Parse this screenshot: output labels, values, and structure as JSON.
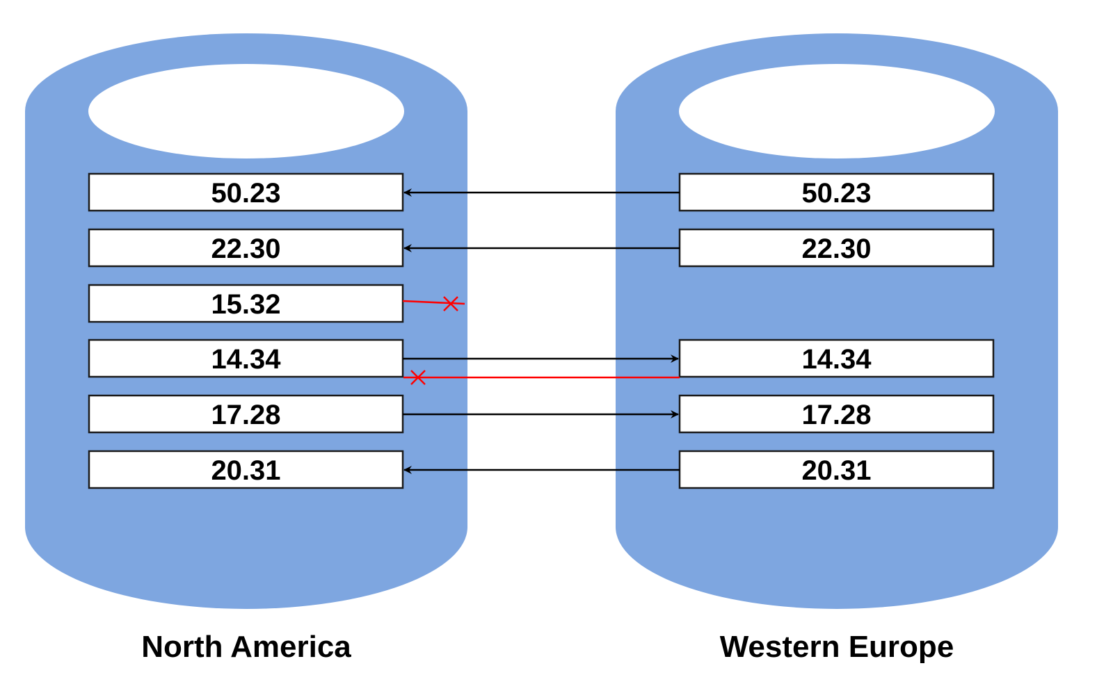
{
  "colors": {
    "cylinder": "#7ea6e0",
    "box_fill": "#ffffff",
    "box_stroke": "#1a1a1a",
    "arrow": "#000000",
    "failed": "#ff0000"
  },
  "databases": [
    {
      "name": "North America",
      "values": [
        "50.23",
        "22.30",
        "15.32",
        "14.34",
        "17.28",
        "20.31"
      ]
    },
    {
      "name": "Western Europe",
      "values": [
        "50.23",
        "22.30",
        "",
        "14.34",
        "17.28",
        "20.31"
      ]
    }
  ],
  "replications": [
    {
      "value": "50.23",
      "from": "Western Europe",
      "to": "North America",
      "status": "ok"
    },
    {
      "value": "22.30",
      "from": "Western Europe",
      "to": "North America",
      "status": "ok"
    },
    {
      "value": "15.32",
      "from": "North America",
      "to": "Western Europe",
      "status": "failed"
    },
    {
      "value": "14.34",
      "from": "North America",
      "to": "Western Europe",
      "status": "ok"
    },
    {
      "value": "14.34",
      "from": "Western Europe",
      "to": "North America",
      "status": "failed"
    },
    {
      "value": "17.28",
      "from": "North America",
      "to": "Western Europe",
      "status": "ok"
    },
    {
      "value": "20.31",
      "from": "Western Europe",
      "to": "North America",
      "status": "ok"
    }
  ]
}
